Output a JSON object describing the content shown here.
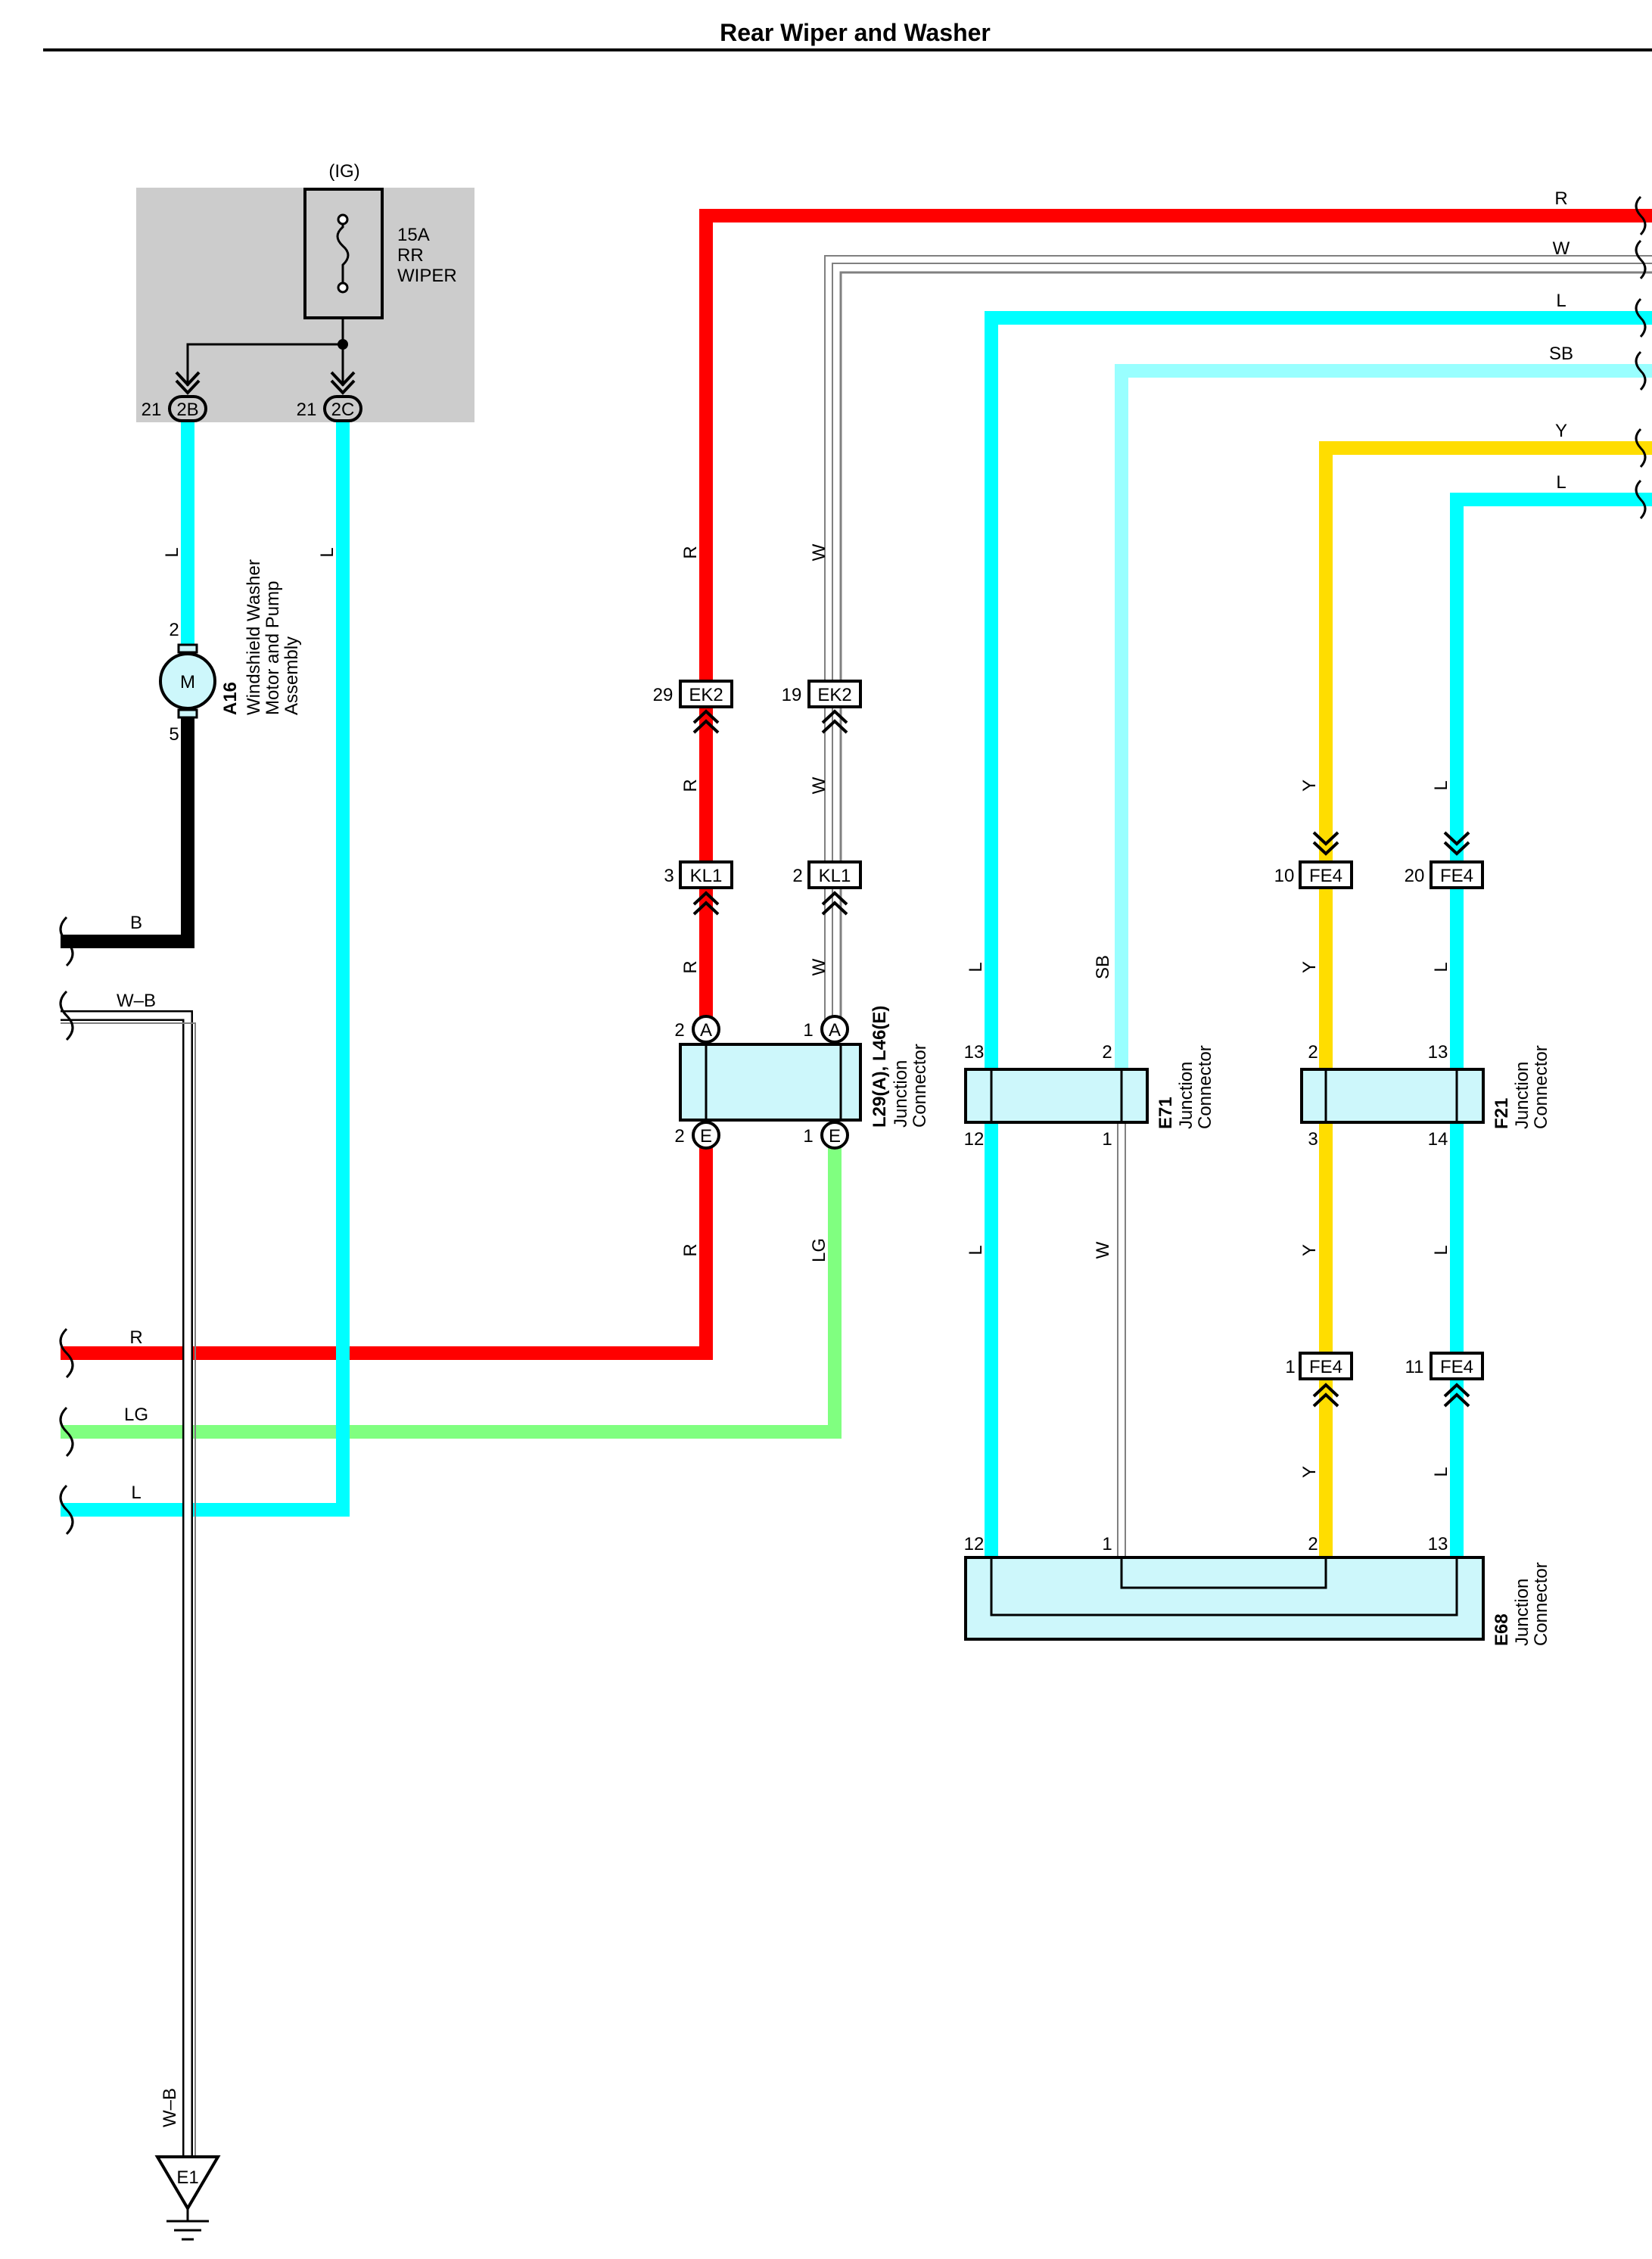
{
  "title": "Rear Wiper and Washer",
  "colors": {
    "R": "#ff0000",
    "W": "#ffffff",
    "L": "#00ffff",
    "SB": "#99ffff",
    "Y": "#ffdd00",
    "B": "#000000",
    "LG": "#80ff80",
    "WB": "#ffffff",
    "panel": "#cccccc",
    "connector_fill": "#cdf7fb"
  },
  "fuse": {
    "source": "(IG)",
    "rating": "15A",
    "name_line1": "RR",
    "name_line2": "WIPER"
  },
  "jb_pins": [
    {
      "num": "21",
      "code": "2B"
    },
    {
      "num": "21",
      "code": "2C"
    }
  ],
  "motor": {
    "symbol": "M",
    "pin_top": "2",
    "pin_bottom": "5",
    "code": "A16",
    "name_lines": [
      "Windshield Washer",
      "Motor and Pump",
      "Assembly"
    ]
  },
  "junction_l29": {
    "code": "L29(A), L46(E)",
    "name_lines": [
      "Junction",
      "Connector"
    ],
    "pins_top": [
      {
        "num": "2",
        "letter": "A"
      },
      {
        "num": "1",
        "letter": "A"
      }
    ],
    "pins_bottom": [
      {
        "num": "2",
        "letter": "E"
      },
      {
        "num": "1",
        "letter": "E"
      }
    ]
  },
  "junction_e71": {
    "code": "E71",
    "name_lines": [
      "Junction",
      "Connector"
    ],
    "pin_top_left": "13",
    "pin_top_right": "2",
    "pin_bottom_left": "12",
    "pin_bottom_right": "1"
  },
  "junction_f21": {
    "code": "F21",
    "name_lines": [
      "Junction",
      "Connector"
    ],
    "pin_top_left": "2",
    "pin_top_right": "13",
    "pin_bottom_left": "3",
    "pin_bottom_right": "14"
  },
  "junction_e68": {
    "code": "E68",
    "name_lines": [
      "Junction",
      "Connector"
    ],
    "pins": [
      "12",
      "1",
      "2",
      "13"
    ]
  },
  "connectors": [
    {
      "pin": "29",
      "code": "EK2"
    },
    {
      "pin": "19",
      "code": "EK2"
    },
    {
      "pin": "3",
      "code": "KL1"
    },
    {
      "pin": "2",
      "code": "KL1"
    },
    {
      "pin": "10",
      "code": "FE4"
    },
    {
      "pin": "20",
      "code": "FE4"
    },
    {
      "pin": "1",
      "code": "FE4"
    },
    {
      "pin": "11",
      "code": "FE4"
    }
  ],
  "right_wires": [
    "R",
    "W",
    "L",
    "SB",
    "Y",
    "L"
  ],
  "left_wires": [
    "B",
    "W–B",
    "R",
    "LG",
    "L"
  ],
  "wire_labels": {
    "r": "R",
    "w": "W",
    "l": "L",
    "sb": "SB",
    "y": "Y",
    "lg": "LG",
    "wb": "W–B"
  },
  "ground": {
    "code": "E1"
  }
}
